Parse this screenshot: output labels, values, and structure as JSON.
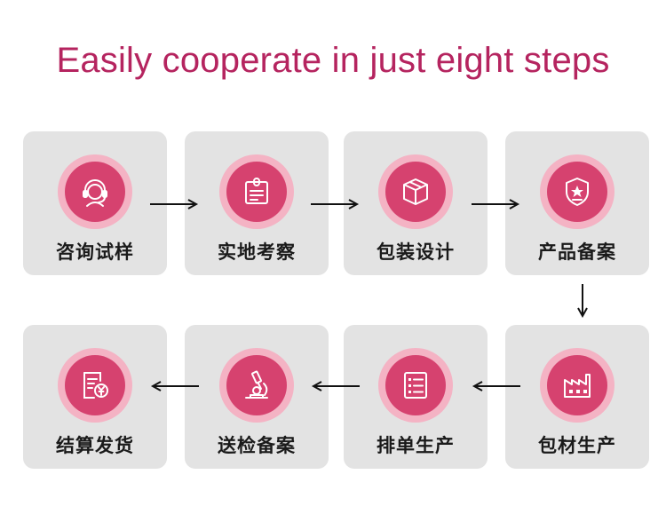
{
  "title": "Easily cooperate in just eight steps",
  "accent_color": "#b5245f",
  "steps": [
    {
      "label": "咨询试样",
      "icon": "customer-service-headset-icon"
    },
    {
      "label": "实地考察",
      "icon": "clipboard-icon"
    },
    {
      "label": "包装设计",
      "icon": "package-box-icon"
    },
    {
      "label": "产品备案",
      "icon": "shield-star-icon"
    },
    {
      "label": "包材生产",
      "icon": "factory-icon"
    },
    {
      "label": "排单生产",
      "icon": "order-list-icon"
    },
    {
      "label": "送检备案",
      "icon": "microscope-icon"
    },
    {
      "label": "结算发货",
      "icon": "invoice-yuan-icon"
    }
  ]
}
